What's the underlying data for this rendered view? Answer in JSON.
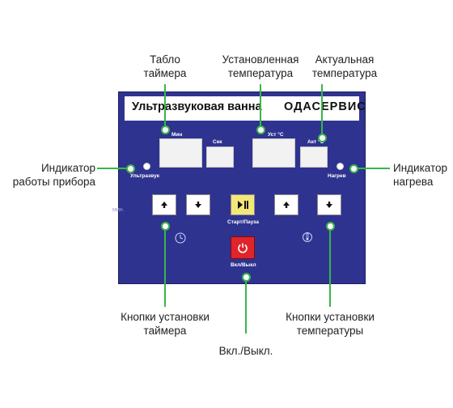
{
  "panel": {
    "title": "Ультразвуковая ванна",
    "brand": "ОДАСЕРВИС",
    "labels": {
      "min": "Мин",
      "sec": "Сек",
      "set_temp": "Уст °С",
      "act_temp": "Акт °С",
      "ultrasound": "Ультразвук",
      "heating": "Нагрев",
      "start_pause": "Старт/Пауза",
      "power": "Вкл/Выкл",
      "faint": "мин."
    }
  },
  "callouts": {
    "timer_display": [
      "Табло",
      "таймера"
    ],
    "set_temp": [
      "Установленная",
      "температура"
    ],
    "act_temp": [
      "Актуальная",
      "температура"
    ],
    "device_indicator": [
      "Индикатор",
      "работы прибора"
    ],
    "heat_indicator": [
      "Индикатор",
      "нагрева"
    ],
    "timer_buttons": [
      "Кнопки установки",
      "таймера"
    ],
    "temp_buttons": [
      "Кнопки установки",
      "температуры"
    ],
    "power": "Вкл./Выкл."
  },
  "colors": {
    "panel": "#2f3390",
    "leader": "#39b54a",
    "play_button": "#f4e77a",
    "power_button": "#e0242a"
  },
  "icons": [
    "arrow-up-icon",
    "arrow-down-icon",
    "play-pause-icon",
    "power-icon",
    "clock-icon",
    "thermometer-icon"
  ]
}
